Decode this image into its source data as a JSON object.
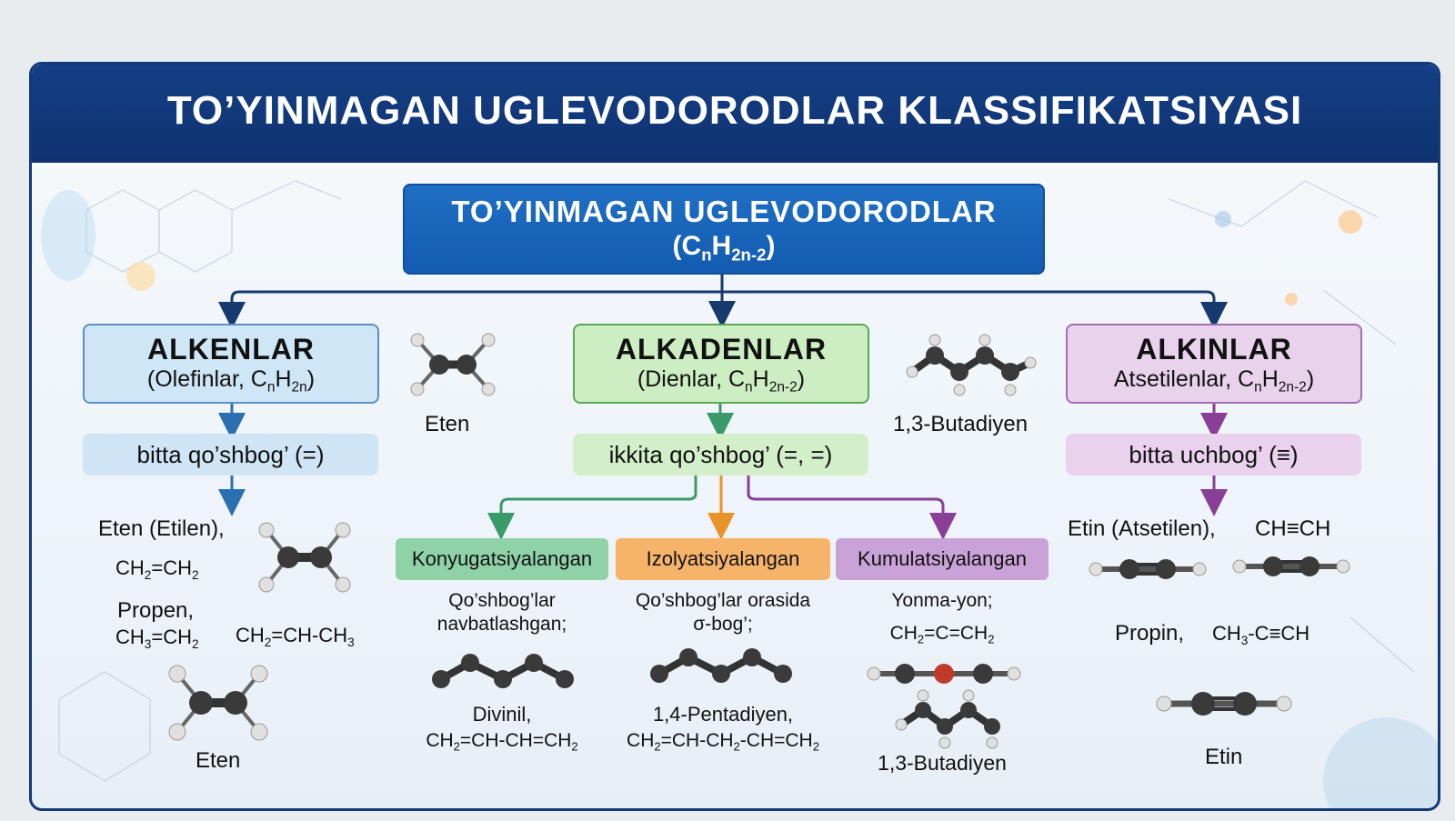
{
  "header": {
    "title": "TO’YINMAGAN UGLEVODORODLAR KLASSIFIKATSIYASI"
  },
  "root": {
    "title": "TO’YINMAGAN UGLEVODORODLAR",
    "formula": "(CₙH₂ₙ₋₂)"
  },
  "categories": {
    "alkenes": {
      "title": "ALKENLAR",
      "subtitle": "(Olefinlar, CₙH₂ₙ)",
      "bond": "bitta qo’shbog’ (=)"
    },
    "alkadienes": {
      "title": "ALKADENLAR",
      "subtitle": "(Dienlar, CₙH₂ₙ₋₂)",
      "bond": "ikkita qo’shbog’ (=, =)"
    },
    "alkynes": {
      "title": "ALKINLAR",
      "subtitle": "Atsetilenlar, CₙH₂ₙ₋₂)",
      "bond": "bitta uchbog’ (≡)"
    }
  },
  "side_labels": {
    "eten": "Eten",
    "butadiene": "1,3-Butadiyen"
  },
  "alkenes": {
    "eten_name": "Eten (Etilen),",
    "eten_formula": "CH₂=CH₂",
    "propen_name": "Propen,",
    "propen_formula_1": "CH₃=CH₂",
    "propen_formula_2": "CH₂=CH-CH₃",
    "eten_label": "Eten"
  },
  "dienes": {
    "conjugated": {
      "label": "Konyugatsiyalangan",
      "desc": "Qo’shbog’lar navbatlashgan;",
      "name": "Divinil,",
      "formula": "CH₂=CH-CH=CH₂"
    },
    "isolated": {
      "label": "Izolyatsiyalangan",
      "desc_1": "Qo’shbog’lar orasida",
      "desc_2": "σ-bog’;",
      "name": "1,4-Pentadiyen,",
      "formula": "CH₂=CH-CH₂-CH=CH₂"
    },
    "cumulated": {
      "label": "Kumulatsiyalangan",
      "desc": "Yonma-yon;",
      "formula": "CH₂=C=CH₂",
      "name": "1,3-Butadiyen"
    }
  },
  "alkynes": {
    "etin_name": "Etin (Atsetilen),",
    "etin_formula": "CH≡CH",
    "propin_name": "Propin,",
    "propin_formula": "CH₃-C≡CH",
    "etin_label": "Etin"
  },
  "colors": {
    "header": "#143f86",
    "root": "#1f6fc4",
    "alkene": "#cfe6f6",
    "diene": "#cdeec2",
    "alkyne": "#e9d2ec",
    "conjugated": "#8fd2a8",
    "isolated": "#f5b46a",
    "cumulated": "#c9a2d8"
  }
}
